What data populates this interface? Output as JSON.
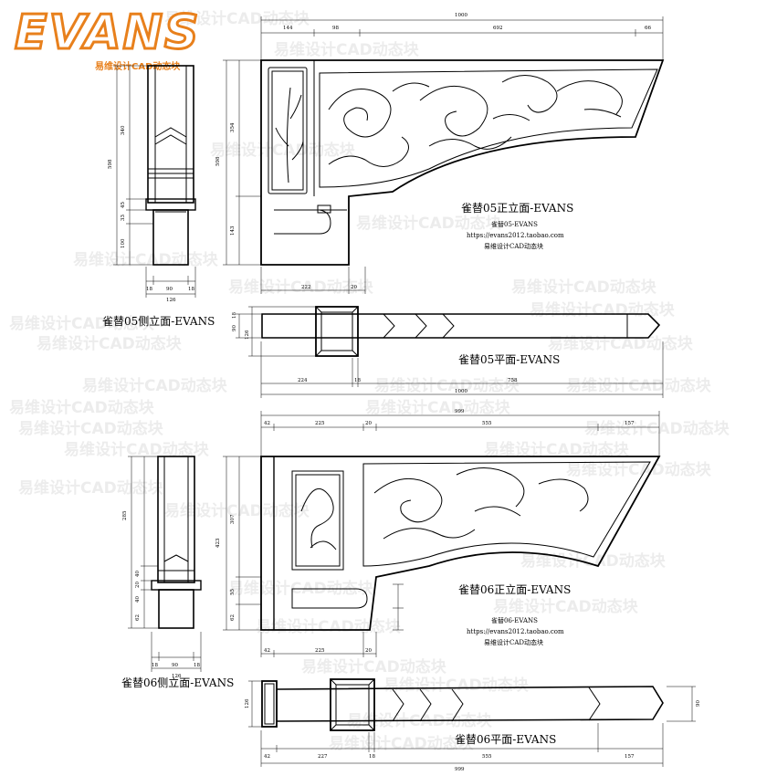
{
  "logo": {
    "brand": "EVANS",
    "tagline": "易维设计CAD动态块",
    "color": "#e8801c"
  },
  "watermark_text": "易维设计CAD动态块",
  "titles": {
    "t05_front": "雀替05正立面-EVANS",
    "t05_side": "雀替05侧立面-EVANS",
    "t05_plan": "雀替05平面-EVANS",
    "t06_front": "雀替06正立面-EVANS",
    "t06_side": "雀替06侧立面-EVANS",
    "t06_plan": "雀替06平面-EVANS"
  },
  "info05": {
    "name": "雀替05-EVANS",
    "url": "https://evans2012.taobao.com",
    "brand": "易维设计CAD动态块"
  },
  "info06": {
    "name": "雀替06-EVANS",
    "url": "https://evans2012.taobao.com",
    "brand": "易维设计CAD动态块"
  },
  "dims05": {
    "top_total": "1000",
    "top_a": "144",
    "top_b": "98",
    "top_c": "692",
    "top_d": "66",
    "bot_a": "222",
    "bot_b": "20",
    "left_total": "598",
    "left_a": "354",
    "left_b": "143",
    "side_h": "598",
    "side_a": "340",
    "side_b": "45",
    "side_c": "33",
    "side_d": "100",
    "side_w1": "18",
    "side_w2": "90",
    "side_w3": "18",
    "side_w": "126",
    "plan_a": "224",
    "plan_b": "18",
    "plan_c": "758",
    "plan_total": "1000",
    "plan_h1": "18",
    "plan_h2": "90",
    "plan_h3": "126"
  },
  "dims06": {
    "top_total": "999",
    "top_a": "42",
    "top_b": "225",
    "top_c": "20",
    "top_d": "555",
    "top_e": "157",
    "bot_a": "42",
    "bot_b": "225",
    "bot_c": "20",
    "left_total": "423",
    "left_a": "307",
    "left_b": "55",
    "left_c": "62",
    "side_h": "285",
    "side_a": "40",
    "side_b": "20",
    "side_c": "40",
    "side_d": "62",
    "side_w1": "18",
    "side_w2": "90",
    "side_w3": "18",
    "side_w": "126",
    "plan_a": "42",
    "plan_b": "227",
    "plan_c": "18",
    "plan_d": "555",
    "plan_e": "157",
    "plan_total": "999",
    "plan_h": "126",
    "plan_h2": "90"
  }
}
